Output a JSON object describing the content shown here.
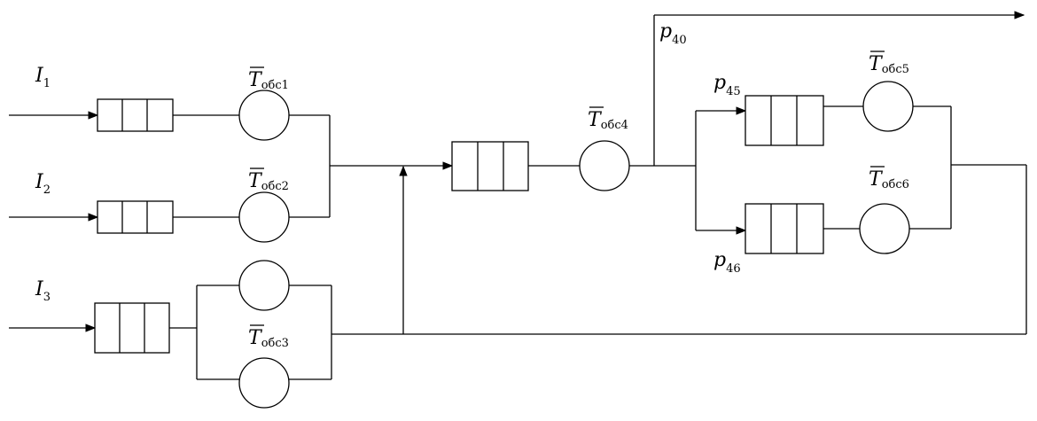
{
  "colors": {
    "stroke": "#000000",
    "background": "#ffffff"
  },
  "inputs": [
    {
      "symbol": "I",
      "sub": "1"
    },
    {
      "symbol": "I",
      "sub": "2"
    },
    {
      "symbol": "I",
      "sub": "3"
    }
  ],
  "servers": [
    {
      "symbol": "T",
      "sub": "обс1"
    },
    {
      "symbol": "T",
      "sub": "обс2"
    },
    {
      "symbol": "T",
      "sub": "обс3"
    },
    {
      "symbol": "T",
      "sub": "обс4"
    },
    {
      "symbol": "T",
      "sub": "обс5"
    },
    {
      "symbol": "T",
      "sub": "обс6"
    }
  ],
  "probabilities": [
    {
      "symbol": "p",
      "sub": "40"
    },
    {
      "symbol": "p",
      "sub": "45"
    },
    {
      "symbol": "p",
      "sub": "46"
    }
  ]
}
